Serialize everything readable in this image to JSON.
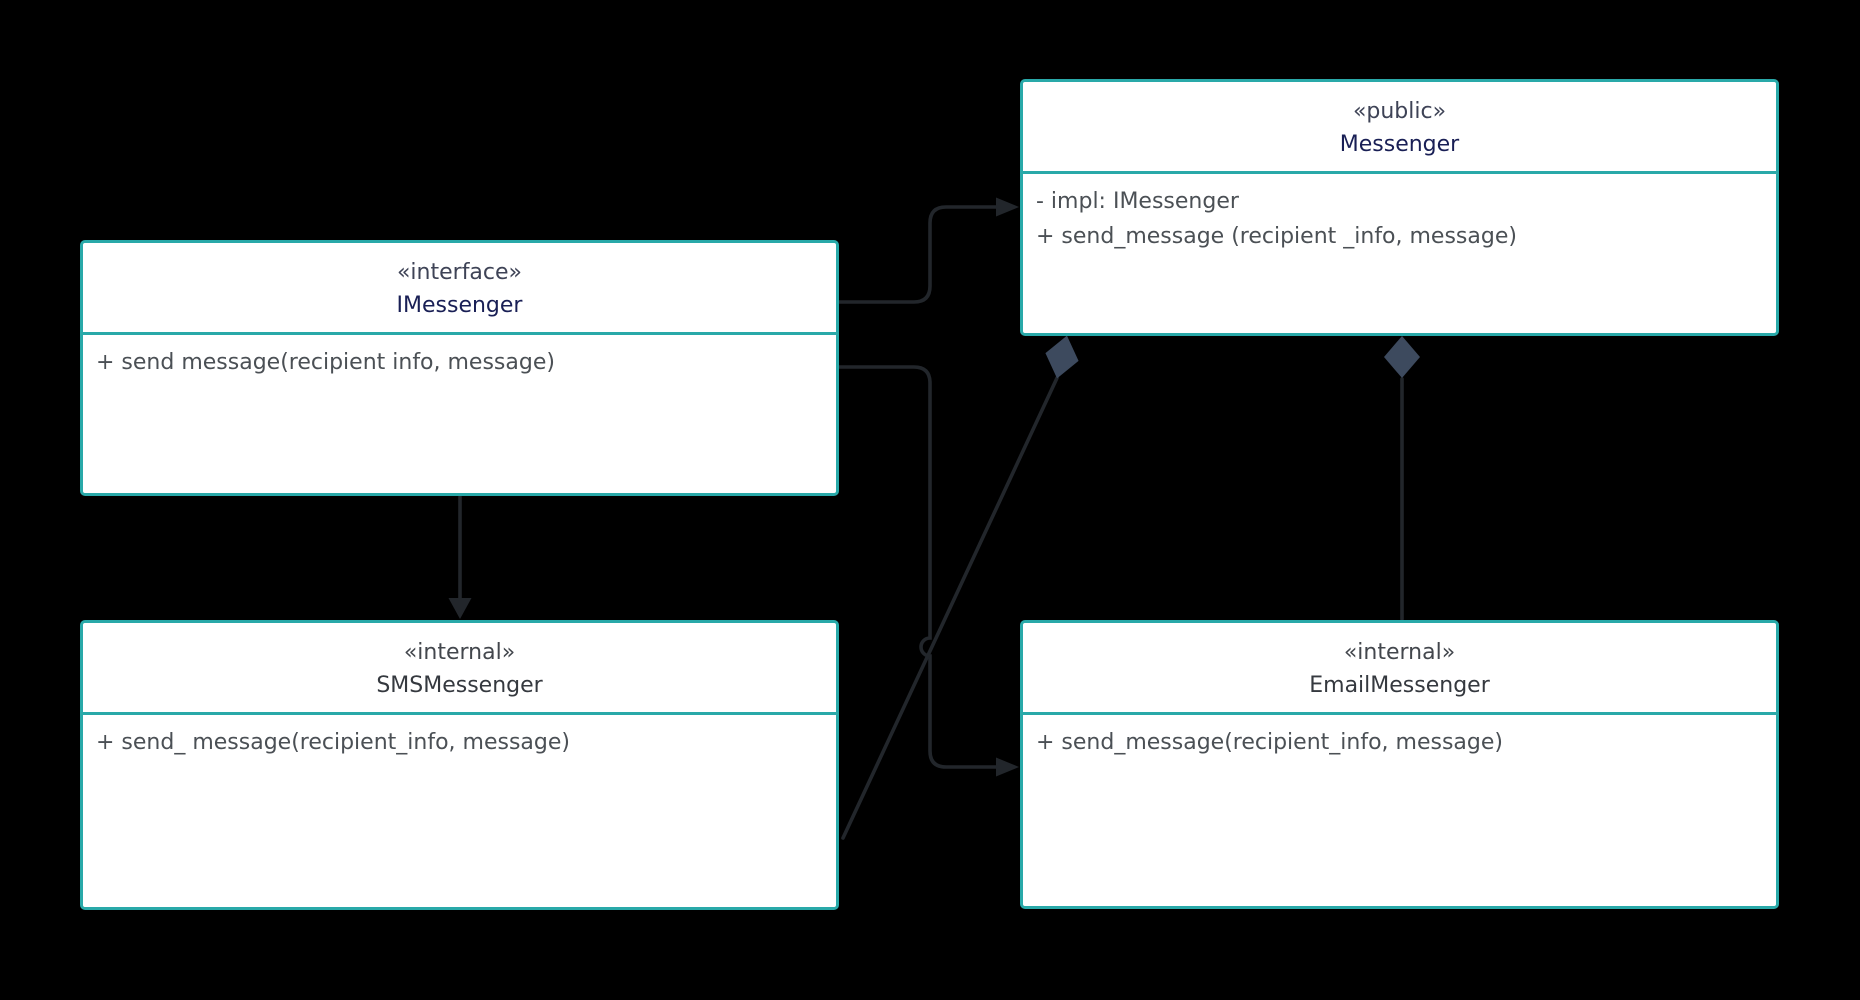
{
  "diagram": {
    "kind": "uml-class-diagram",
    "background_color": "#000000",
    "colors": {
      "box_fill": "#ffffff",
      "box_border": "#29a9a9",
      "connector": "#22262b",
      "diamond_fill": "#3d4a5e",
      "name_text_primary": "#191f55",
      "name_text_internal": "#35393f",
      "member_text": "#4b5055"
    },
    "classes": [
      {
        "id": "imessenger",
        "stereotype": "«interface»",
        "name": "IMessenger",
        "members": [
          "+ send message(recipient info, message)"
        ]
      },
      {
        "id": "messenger",
        "stereotype": "«public»",
        "name": "Messenger",
        "members": [
          "- impl: IMessenger",
          "+ send_message (recipient _info, message)"
        ]
      },
      {
        "id": "smsmessenger",
        "stereotype": "«internal»",
        "name": "SMSMessenger",
        "members": [
          "+ send_ message(recipient_info, message)"
        ]
      },
      {
        "id": "emailmessenger",
        "stereotype": "«internal»",
        "name": "EmailMessenger",
        "members": [
          "+ send_message(recipient_info, message)"
        ]
      }
    ],
    "relationships": [
      {
        "from": "IMessenger",
        "to": "Messenger",
        "type": "elbow-arrow-solid-head"
      },
      {
        "from": "IMessenger",
        "to": "SMSMessenger",
        "type": "straight-arrow-solid-head"
      },
      {
        "from": "IMessenger",
        "to": "EmailMessenger",
        "type": "elbow-arrow-solid-head-with-line-hop"
      },
      {
        "from": "SMSMessenger",
        "to": "Messenger",
        "type": "composition-diamond"
      },
      {
        "from": "EmailMessenger",
        "to": "Messenger",
        "type": "composition-diamond"
      }
    ]
  }
}
